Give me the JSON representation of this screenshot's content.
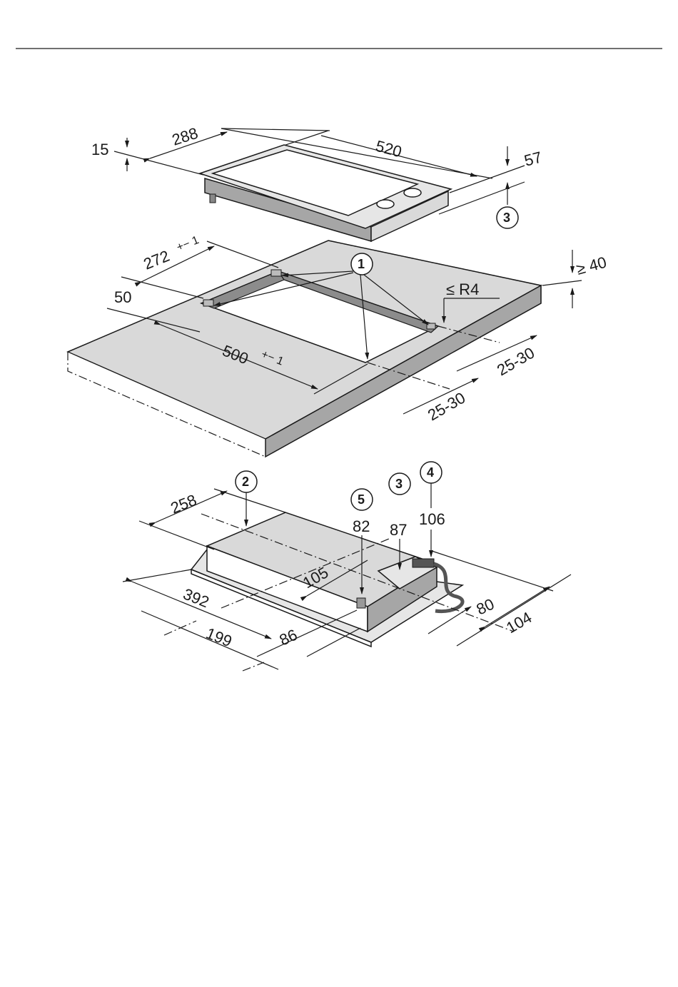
{
  "diagram": {
    "hob_top": {
      "dim_depth": "288",
      "dim_width": "520",
      "dim_thickness": "15",
      "dim_height": "57",
      "callout_3": "3"
    },
    "cutout": {
      "dim_depth": "272",
      "dim_depth_tol": "+− 1",
      "dim_width": "500",
      "dim_width_tol": "+− 1",
      "dim_inset": "50",
      "dim_radius": "≤ R4",
      "dim_worktop": "≥ 40",
      "dim_side_right": "25-30",
      "dim_side_front": "25-30",
      "callout_1": "1"
    },
    "hob_bottom": {
      "callout_2": "2",
      "callout_5": "5",
      "callout_3": "3",
      "callout_4": "4",
      "dim_258": "258",
      "dim_82": "82",
      "dim_87": "87",
      "dim_106": "106",
      "dim_105": "105",
      "dim_392": "392",
      "dim_199": "199",
      "dim_86": "86",
      "dim_80": "80",
      "dim_104": "104"
    }
  }
}
